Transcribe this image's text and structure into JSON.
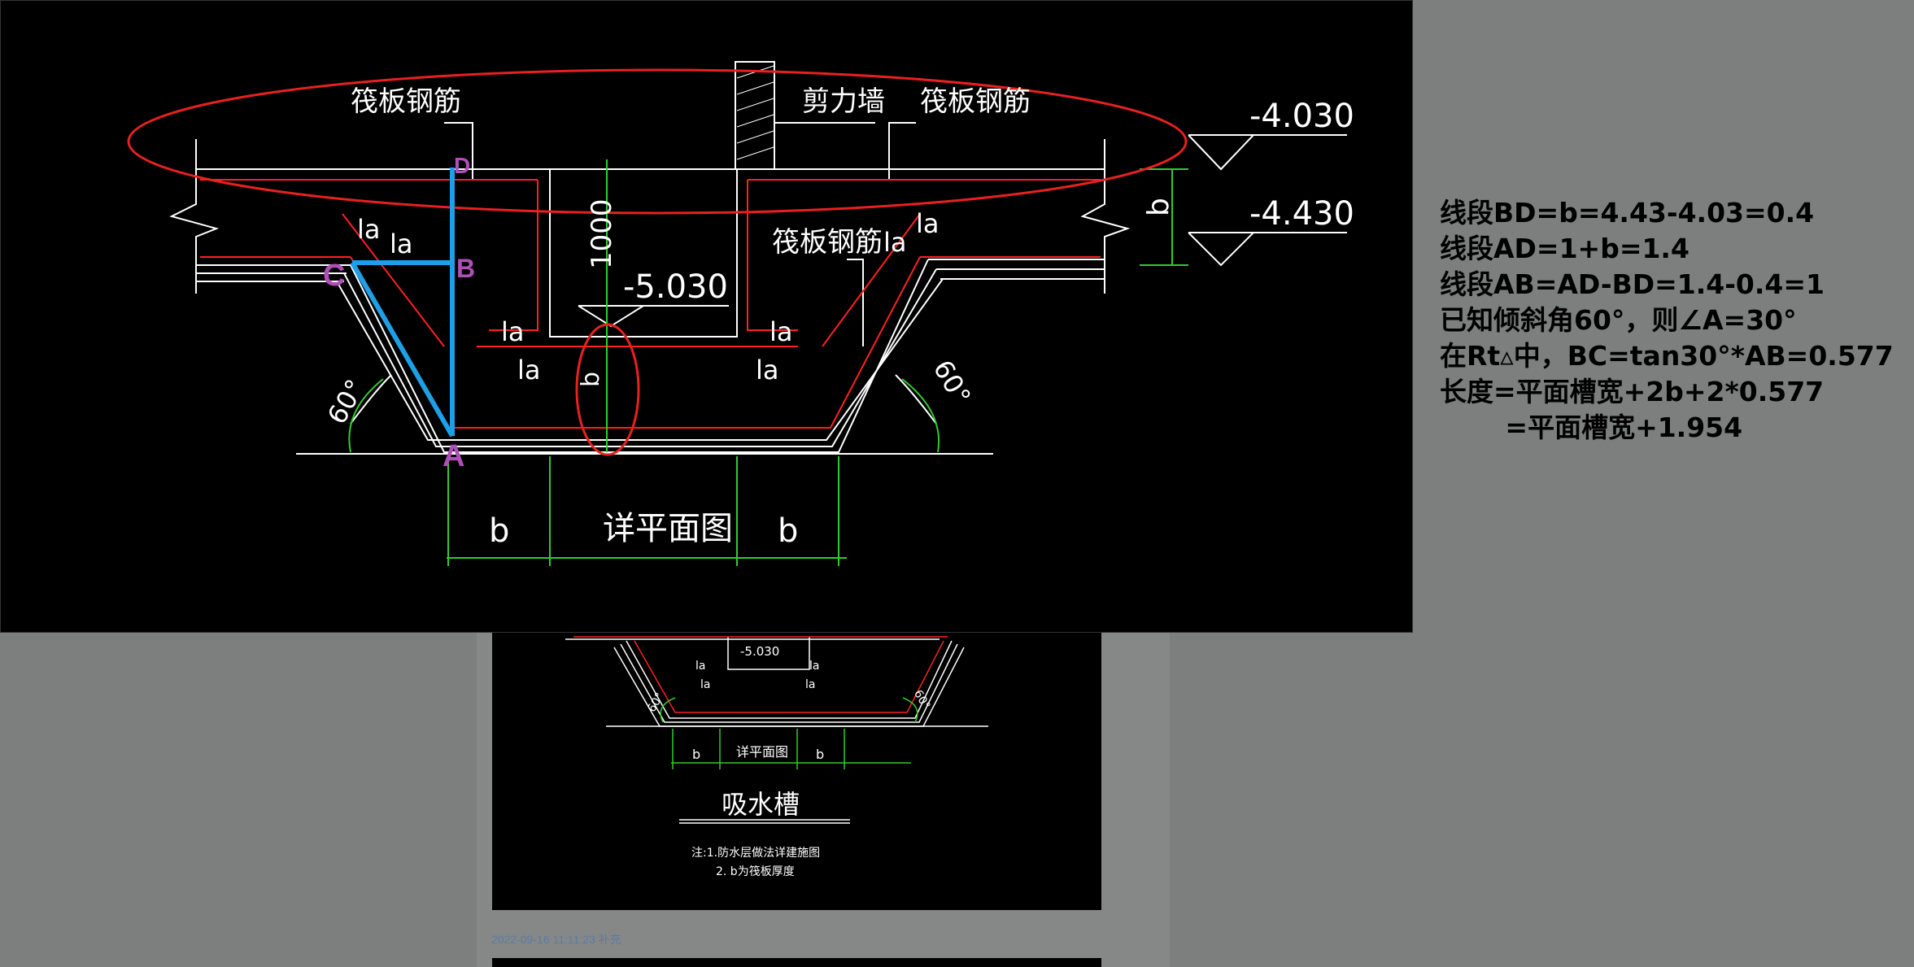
{
  "drawing": {
    "labels": {
      "raft_rebar_left": "筏板钢筋",
      "shear_wall": "剪力墙",
      "raft_rebar_right": "筏板钢筋",
      "raft_rebar_mid": "筏板钢筋",
      "elev_top": "-4.030",
      "elev_second": "-4.430",
      "elev_pit": "-5.030",
      "dim_1000": "1000",
      "la": "la",
      "b": "b",
      "angle": "60°",
      "plan_ref": "详平面图"
    },
    "points": {
      "A": "A",
      "B": "B",
      "C": "C",
      "D": "D"
    },
    "colors": {
      "cad_line": "#ffffff",
      "rebar": "#ff2020",
      "dimension": "#2ecc2e",
      "highlight": "#1ea0e6",
      "point_label": "#b04fb8",
      "annotation_ellipse": "#e82020"
    }
  },
  "thumbnail": {
    "elev_pit": "-5.030",
    "la": "la",
    "b": "b",
    "angle": "60°",
    "plan_ref": "详平面图",
    "title": "吸水槽",
    "note_line1": "注:1.防水层做法详建施图",
    "note_line2": "2. b为筏板厚度"
  },
  "timestamp": "2022-09-16 11:11:23 补充",
  "explanation": [
    "线段BD=b=4.43-4.03=0.4",
    "线段AD=1+b=1.4",
    "线段AB=AD-BD=1.4-0.4=1",
    "已知倾斜角60°，则∠A=30°",
    "在Rt▵中，BC=tan30°*AB=0.577",
    "长度=平面槽宽+2b+2*0.577",
    "       =平面槽宽+1.954"
  ]
}
